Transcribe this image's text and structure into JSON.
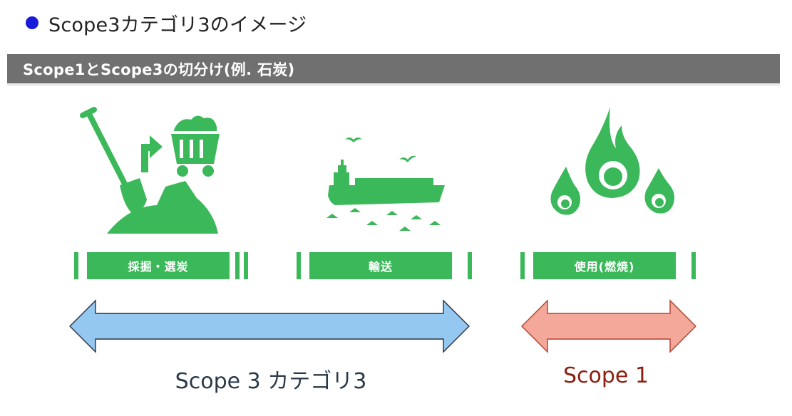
{
  "heading": {
    "text": "Scope3カテゴリ3のイメージ"
  },
  "banner": {
    "text": "Scope1とScope3の切分け(例. 石炭)"
  },
  "stages": [
    {
      "label": "採掘・選炭"
    },
    {
      "label": "輸送"
    },
    {
      "label": "使用(燃焼)"
    }
  ],
  "scopes": {
    "scope3": {
      "label": "Scope 3 カテゴリ3"
    },
    "scope1": {
      "label": "Scope 1"
    }
  },
  "colors": {
    "green": "#3bb85a",
    "banner_gray": "#707070",
    "bullet_blue": "#1a1adb",
    "scope3_fill": "#94c8f0",
    "scope1_fill": "#f4a89a",
    "scope3_text": "#2a3a4a",
    "scope1_text": "#8b2010"
  },
  "icons": [
    "mining-icon",
    "ship-icon",
    "flame-icon"
  ]
}
